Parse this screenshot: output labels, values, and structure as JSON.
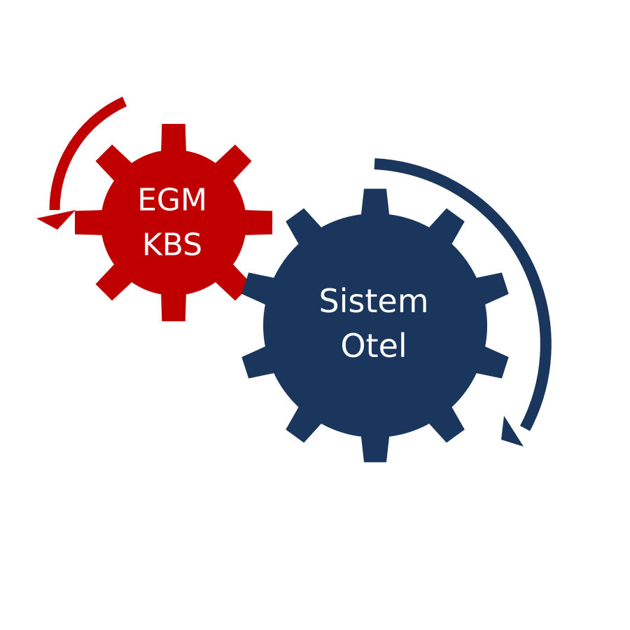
{
  "colors": {
    "background": "#ffffff",
    "small_gear": "#c00000",
    "large_gear": "#1b365d",
    "label_text": "#ffffff"
  },
  "small_gear": {
    "lines": [
      "EGM",
      "KBS"
    ],
    "teeth": 8,
    "rotation": "counterclockwise",
    "arrow_icon": "counterclockwise-arrow-icon"
  },
  "large_gear": {
    "lines": [
      "Sistem",
      "Otel"
    ],
    "teeth": 10,
    "rotation": "clockwise",
    "arrow_icon": "clockwise-arrow-icon"
  }
}
